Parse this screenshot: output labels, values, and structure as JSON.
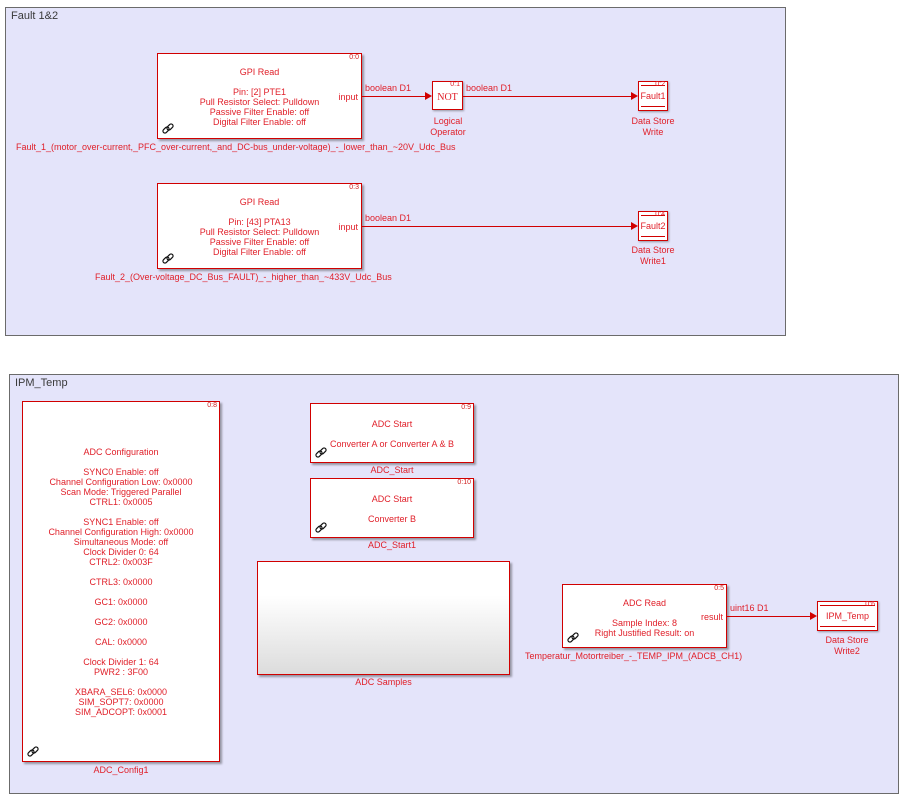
{
  "areas": {
    "fault": {
      "title": "Fault 1&2"
    },
    "ipm": {
      "title": "IPM_Temp"
    }
  },
  "blocks": {
    "gpi1": {
      "index": "0:0",
      "lines": [
        "GPI Read",
        "",
        "Pin: [2] PTE1",
        "Pull Resistor Select: Pulldown",
        "Passive Filter Enable: off",
        "Digital Filter Enable: off"
      ],
      "port": "input",
      "name": "Fault_1_(motor_over-current,_PFC_over-current,_and_DC-bus_under-voltage)_-_lower_than_~20V_Udc_Bus"
    },
    "not1": {
      "index": "0:1",
      "text": "NOT",
      "name_line1": "Logical",
      "name_line2": "Operator"
    },
    "dsw1": {
      "index": "0:2",
      "text": "Fault1",
      "name_line1": "Data Store",
      "name_line2": "Write"
    },
    "gpi2": {
      "index": "0:3",
      "lines": [
        "GPI Read",
        "",
        "Pin: [43] PTA13",
        "Pull Resistor Select: Pulldown",
        "Passive Filter Enable: off",
        "Digital Filter Enable: off"
      ],
      "port": "input",
      "name": "Fault_2_(Over-voltage_DC_Bus_FAULT)_-_higher_than_~433V_Udc_Bus"
    },
    "dsw2": {
      "index": "0:4",
      "text": "Fault2",
      "name_line1": "Data Store",
      "name_line2": "Write1"
    },
    "adcconfig": {
      "index": "0:8",
      "lines": [
        "ADC Configuration",
        "",
        "SYNC0 Enable: off",
        "Channel Configuration Low: 0x0000",
        "Scan Mode: Triggered Parallel",
        "CTRL1: 0x0005",
        "",
        "SYNC1 Enable: off",
        "Channel Configuration High: 0x0000",
        "Simultaneous Mode: off",
        "Clock Divider 0: 64",
        "CTRL2: 0x003F",
        "",
        "CTRL3: 0x0000",
        "",
        "GC1: 0x0000",
        "",
        "GC2: 0x0000",
        "",
        "CAL: 0x0000",
        "",
        "Clock Divider 1: 64",
        "PWR2 : 3F00",
        "",
        "XBARA_SEL6: 0x0000",
        "SIM_SOPT7: 0x0000",
        "SIM_ADCOPT: 0x0001"
      ],
      "name": "ADC_Config1"
    },
    "adcstart": {
      "index": "0:9",
      "lines": [
        "ADC Start",
        "",
        "Converter A or Converter A & B"
      ],
      "name": "ADC_Start"
    },
    "adcstart1": {
      "index": "0:10",
      "lines": [
        "ADC Start",
        "",
        "Converter B"
      ],
      "name": "ADC_Start1"
    },
    "adcsamples": {
      "name": "ADC Samples"
    },
    "adcread": {
      "index": "0:5",
      "lines": [
        "ADC Read",
        "",
        "Sample Index: 8",
        "Right Justified Result: on"
      ],
      "port": "result",
      "name": "Temperatur_Motortreiber_-_TEMP_IPM_(ADCB_CH1)"
    },
    "dsw3": {
      "index": "0:6",
      "text": "IPM_Temp",
      "name_line1": "Data Store",
      "name_line2": "Write2"
    }
  },
  "signals": {
    "s1": "boolean D1",
    "s2": "boolean D1",
    "s3": "boolean D1",
    "s4": "uint16 D1"
  },
  "colors": {
    "area_bg": "#e4e4fa",
    "block_border": "#d10000",
    "text": "#e0202a"
  }
}
